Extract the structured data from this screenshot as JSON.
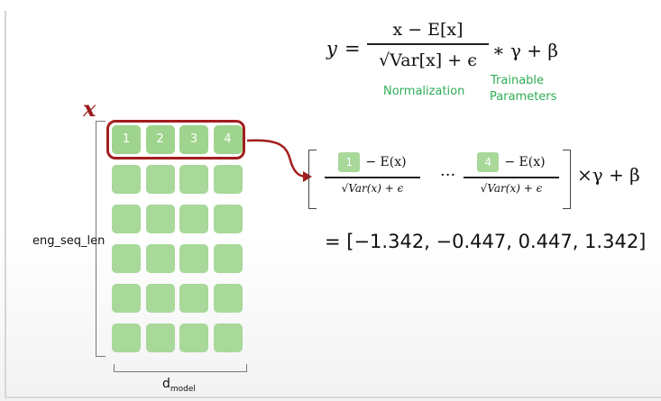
{
  "formula": {
    "lhs": "y",
    "eq": "=",
    "numerator": "x − E[x]",
    "denominator": "√Var[x] + ϵ",
    "rest": "∗ γ + β",
    "label_normalization": "Normalization",
    "label_trainable": "Trainable",
    "label_parameters": "Parameters"
  },
  "matrix": {
    "var_label": "x",
    "row_values": [
      "1",
      "2",
      "3",
      "4"
    ],
    "rows": 6,
    "cols": 4,
    "row_axis_label": "eng_seq_len",
    "col_axis_main": "d",
    "col_axis_sub": "model"
  },
  "expanded": {
    "first_value": "1",
    "last_value": "4",
    "minus_mean": "− E(x)",
    "denominator": "√Var(x) + ϵ",
    "ellipsis": "···",
    "tail": "×γ + β"
  },
  "result": "= [−1.342, −0.447, 0.447, 1.342]",
  "colors": {
    "accent_red": "#a31e1e",
    "green_text": "#2fae57",
    "cell_green": "#a8d89a"
  }
}
